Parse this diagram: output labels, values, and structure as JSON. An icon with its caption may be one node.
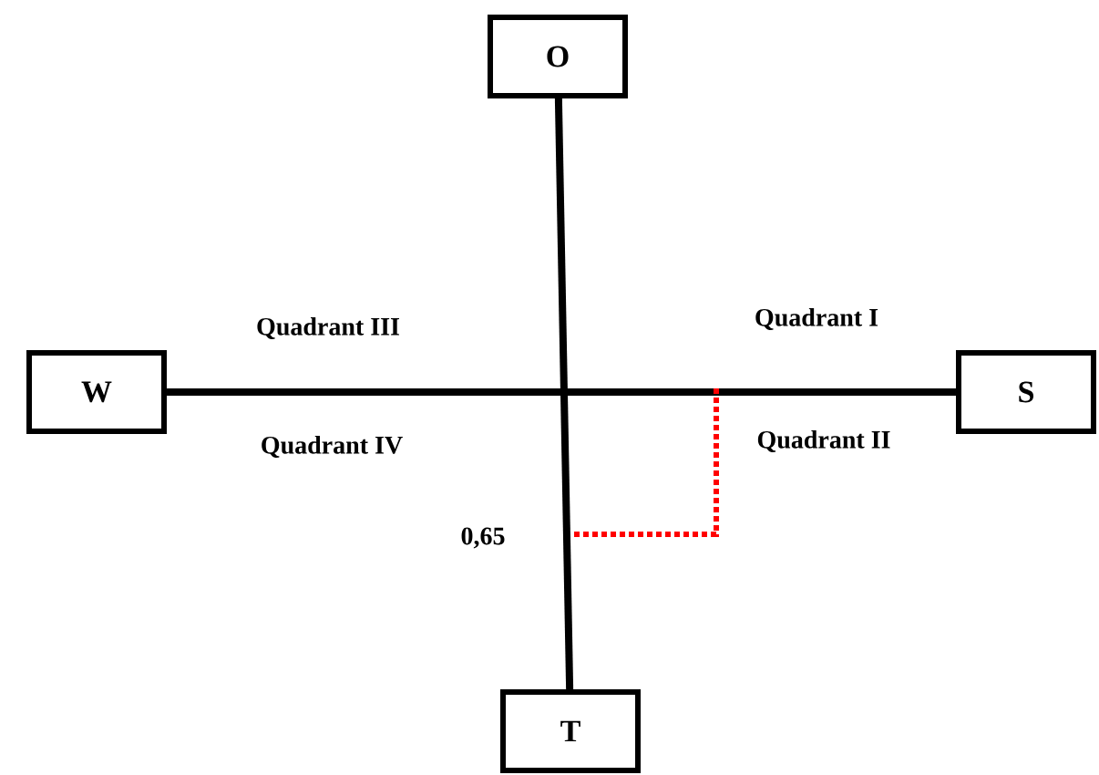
{
  "diagram": {
    "nodes": [
      {
        "text": [
          "O"
        ]
      },
      {
        "text": [
          "W"
        ]
      },
      {
        "text": [
          "S"
        ]
      },
      {
        "text": [
          "T"
        ]
      }
    ],
    "edges": [
      {
        "from": 0,
        "to": 3,
        "arrow": "none"
      },
      {
        "from": 1,
        "to": 2,
        "arrow": "none"
      }
    ],
    "labels": [
      "Quadrant III",
      "Quadrant I",
      "Quadrant IV",
      "Quadrant II",
      "0,65"
    ]
  }
}
